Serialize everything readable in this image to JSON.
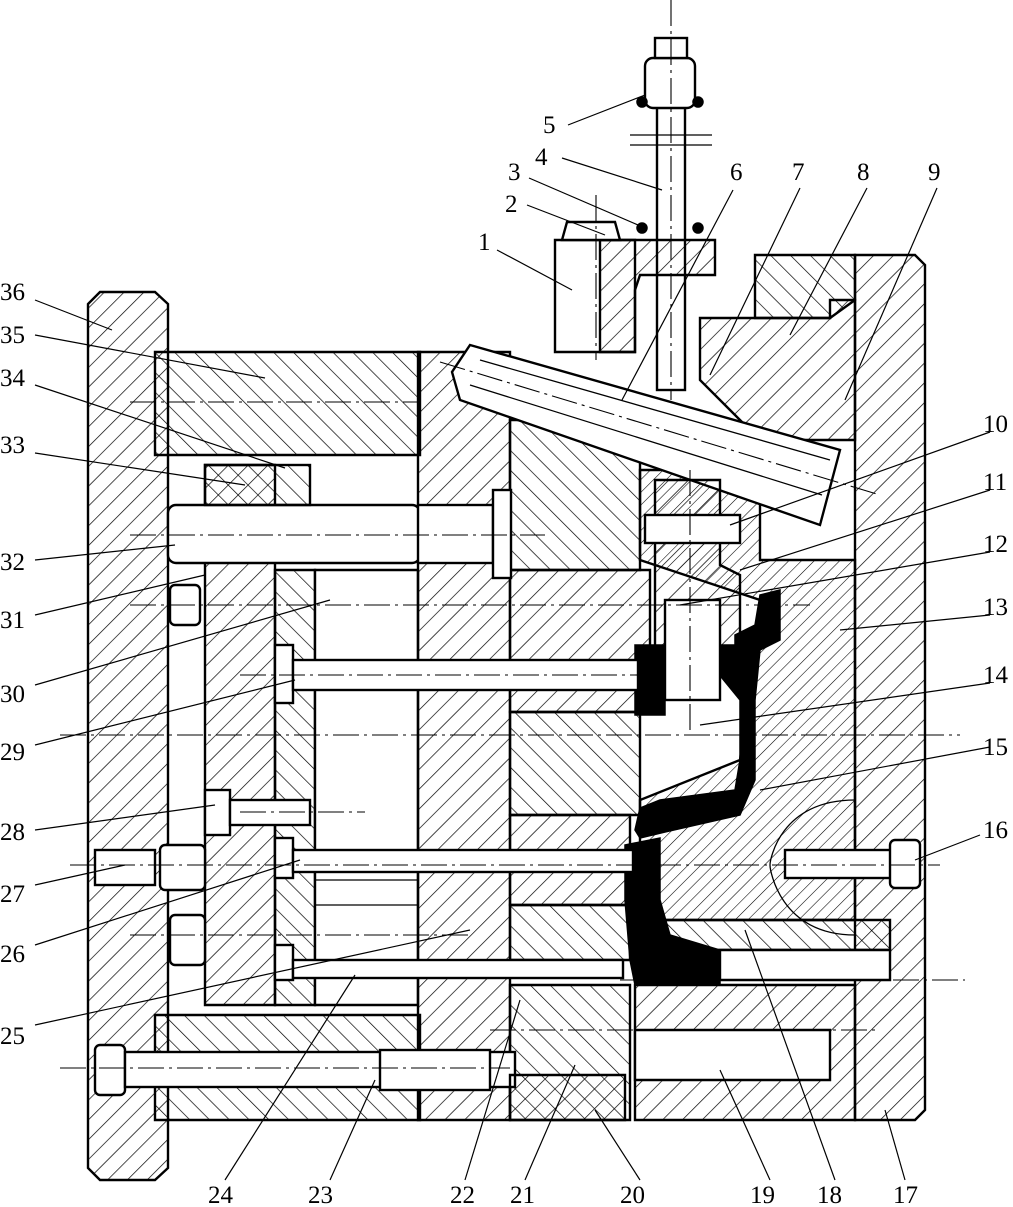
{
  "part_labels": [
    "1",
    "2",
    "3",
    "4",
    "5",
    "6",
    "7",
    "8",
    "9",
    "10",
    "11",
    "12",
    "13",
    "14",
    "15",
    "16",
    "17",
    "18",
    "19",
    "20",
    "21",
    "22",
    "23",
    "24",
    "25",
    "26",
    "27",
    "28",
    "29",
    "30",
    "31",
    "32",
    "33",
    "34",
    "35",
    "36"
  ]
}
